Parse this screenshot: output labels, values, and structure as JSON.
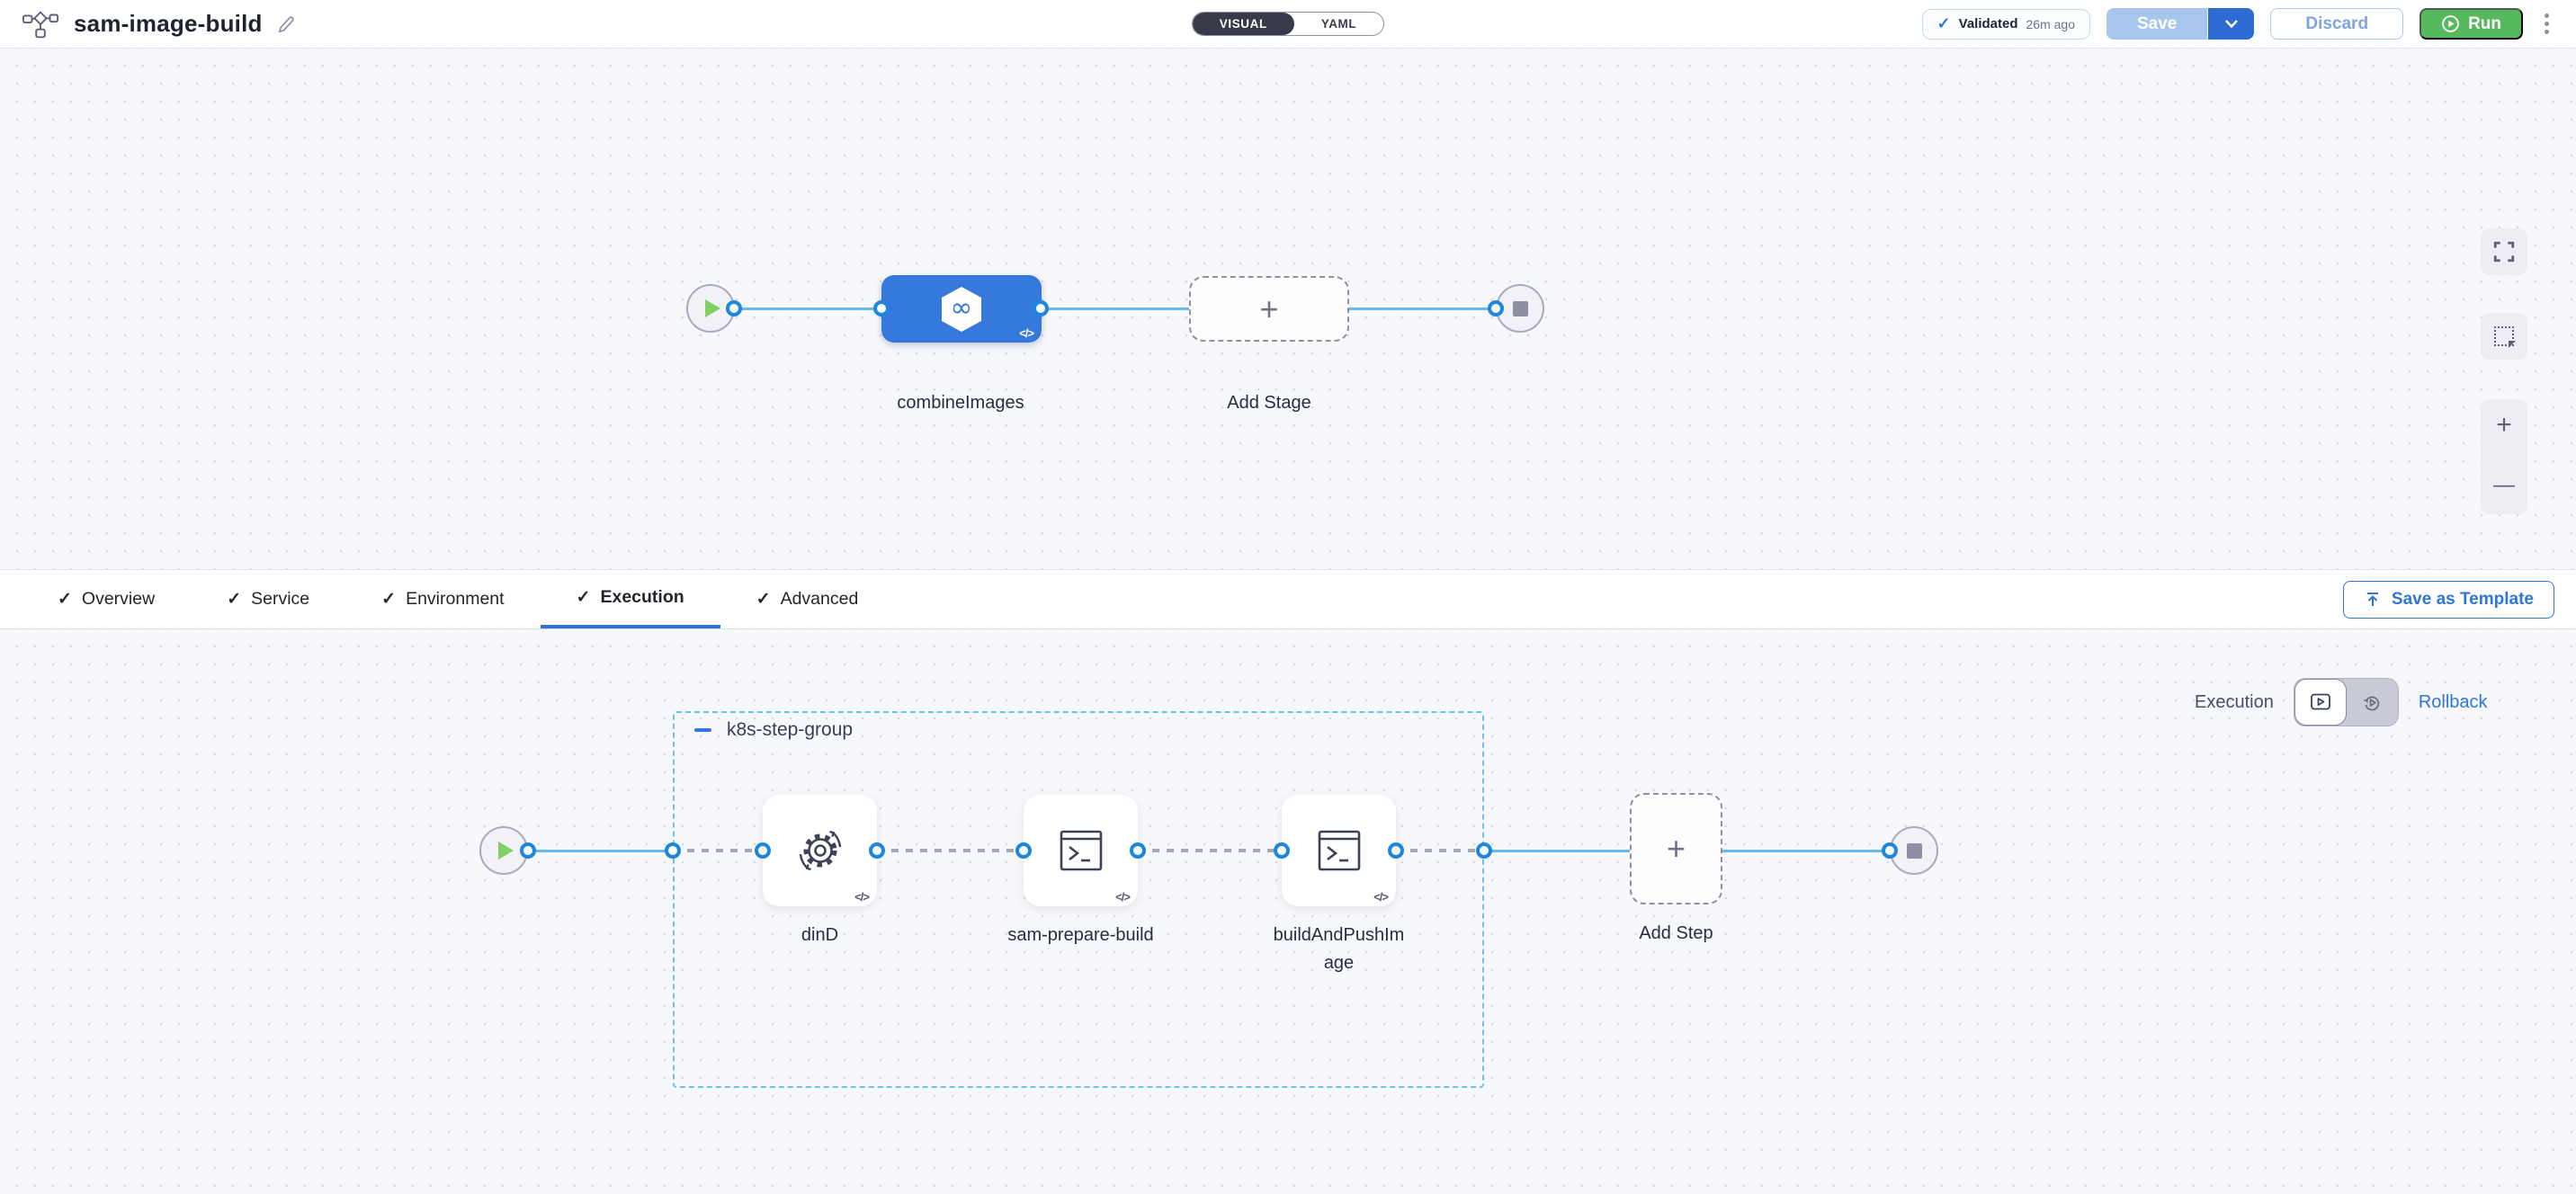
{
  "header": {
    "title": "sam-image-build",
    "mode_toggle": {
      "visual": "VISUAL",
      "yaml": "YAML",
      "selected": "VISUAL"
    },
    "validation": {
      "label": "Validated",
      "time": "26m ago"
    },
    "save_label": "Save",
    "discard_label": "Discard",
    "run_label": "Run"
  },
  "stage_canvas": {
    "stage_name": "combineImages",
    "add_stage_label": "Add Stage"
  },
  "tabs": {
    "items": [
      {
        "label": "Overview",
        "active": false
      },
      {
        "label": "Service",
        "active": false
      },
      {
        "label": "Environment",
        "active": false
      },
      {
        "label": "Execution",
        "active": true
      },
      {
        "label": "Advanced",
        "active": false
      }
    ],
    "save_as_template_label": "Save as Template"
  },
  "execution_canvas": {
    "mode": {
      "execution_label": "Execution",
      "rollback_label": "Rollback"
    },
    "step_group": {
      "name": "k8s-step-group",
      "steps": [
        {
          "name": "dinD",
          "icon": "gear-sync-icon"
        },
        {
          "name": "sam-prepare-build",
          "icon": "terminal-icon"
        },
        {
          "name": "buildAndPushImage",
          "icon": "terminal-icon"
        }
      ]
    },
    "add_step_label": "Add Step"
  },
  "icons": {
    "check": "✓",
    "plus": "+",
    "minus": "—",
    "code_badge": "</>",
    "infinity": "∞"
  },
  "colors": {
    "stage_blue": "#3679dc",
    "connector_blue": "#69b9ec",
    "port_blue": "#1d86dd",
    "accent_blue": "#2e76d8",
    "run_green": "#57b95d",
    "play_green": "#82cf63",
    "group_dash_blue": "#6cc2ea"
  }
}
